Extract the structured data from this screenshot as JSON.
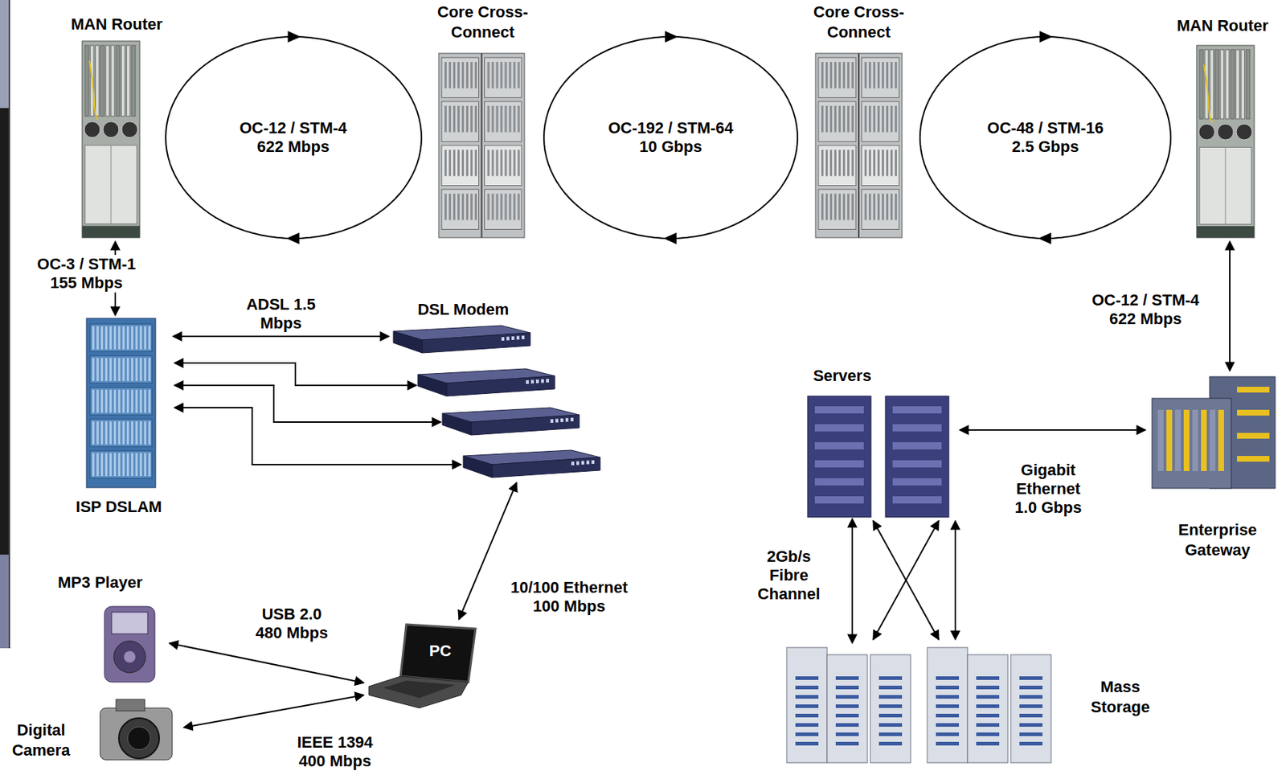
{
  "diagram": {
    "nodes": [
      {
        "text": [
          "MAN Router"
        ]
      },
      {
        "text": [
          "Core Cross-Connect"
        ]
      },
      {
        "text": [
          "Core Cross-Connect"
        ]
      },
      {
        "text": [
          "MAN Router"
        ]
      },
      {
        "text": [
          "ISP DSLAM"
        ]
      },
      {
        "text": [
          "DSL Modem"
        ]
      },
      {
        "text": [
          "PC"
        ]
      },
      {
        "text": [
          "MP3 Player"
        ]
      },
      {
        "text": [
          "Digital Camera"
        ]
      },
      {
        "text": [
          "Servers"
        ]
      },
      {
        "text": [
          "Enterprise Gateway"
        ]
      },
      {
        "text": [
          "Mass Storage"
        ]
      }
    ],
    "edges": [
      {
        "from": 0,
        "to": 1,
        "label": "OC-12 / STM-4 622 Mbps",
        "arrow": "both"
      },
      {
        "from": 1,
        "to": 2,
        "label": "OC-192 / STM-64 10 Gbps",
        "arrow": "both"
      },
      {
        "from": 2,
        "to": 3,
        "label": "OC-48 / STM-16 2.5 Gbps",
        "arrow": "both"
      },
      {
        "from": 0,
        "to": 4,
        "label": "OC-3 / STM-1 155 Mbps",
        "arrow": "both"
      },
      {
        "from": 4,
        "to": 5,
        "label": "ADSL 1.5 Mbps",
        "arrow": "both"
      },
      {
        "from": 5,
        "to": 6,
        "label": "10/100 Ethernet 100 Mbps",
        "arrow": "both"
      },
      {
        "from": 7,
        "to": 6,
        "label": "USB 2.0 480 Mbps",
        "arrow": "both"
      },
      {
        "from": 8,
        "to": 6,
        "label": "IEEE 1394 400 Mbps",
        "arrow": "both"
      },
      {
        "from": 3,
        "to": 10,
        "label": "OC-12 / STM-4 622 Mbps",
        "arrow": "both"
      },
      {
        "from": 9,
        "to": 10,
        "label": "Gigabit Ethernet 1.0 Gbps",
        "arrow": "both"
      },
      {
        "from": 9,
        "to": 11,
        "label": "2Gb/s Fibre Channel",
        "arrow": "both"
      }
    ]
  }
}
